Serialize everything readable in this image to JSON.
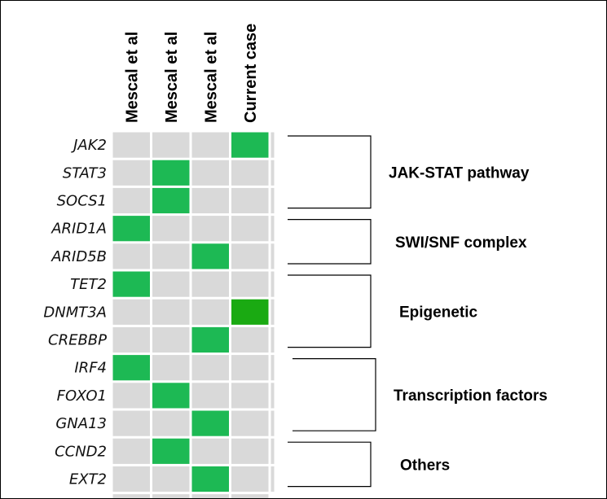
{
  "chart_data": {
    "type": "heatmap",
    "columns": [
      "Mescal et al",
      "Mescal et al",
      "Mescal et al",
      "Current case"
    ],
    "rows": [
      "JAK2",
      "STAT3",
      "SOCS1",
      "ARID1A",
      "ARID5B",
      "TET2",
      "DNMT3A",
      "CREBBP",
      "IRF4",
      "FOXO1",
      "GNA13",
      "CCND2",
      "EXT2"
    ],
    "matrix": [
      [
        0,
        0,
        0,
        1
      ],
      [
        0,
        1,
        0,
        0
      ],
      [
        0,
        1,
        0,
        0
      ],
      [
        1,
        0,
        0,
        0
      ],
      [
        0,
        0,
        1,
        0
      ],
      [
        1,
        0,
        0,
        0
      ],
      [
        0,
        0,
        0,
        1
      ],
      [
        0,
        0,
        1,
        0
      ],
      [
        1,
        0,
        0,
        0
      ],
      [
        0,
        1,
        0,
        0
      ],
      [
        0,
        0,
        1,
        0
      ],
      [
        0,
        1,
        0,
        0
      ],
      [
        0,
        0,
        1,
        0
      ]
    ],
    "groups": [
      {
        "label": "JAK-STAT pathway",
        "rows": [
          0,
          2
        ]
      },
      {
        "label": "SWI/SNF complex",
        "rows": [
          3,
          4
        ]
      },
      {
        "label": "Epigenetic",
        "rows": [
          5,
          7
        ]
      },
      {
        "label": "Transcription factors",
        "rows": [
          8,
          10
        ]
      },
      {
        "label": "Others",
        "rows": [
          11,
          12
        ]
      }
    ],
    "colors": {
      "present": "#1db954",
      "present_alt": "#1aaa12",
      "absent": "#d9d9d9",
      "grid": "#ffffff"
    }
  }
}
